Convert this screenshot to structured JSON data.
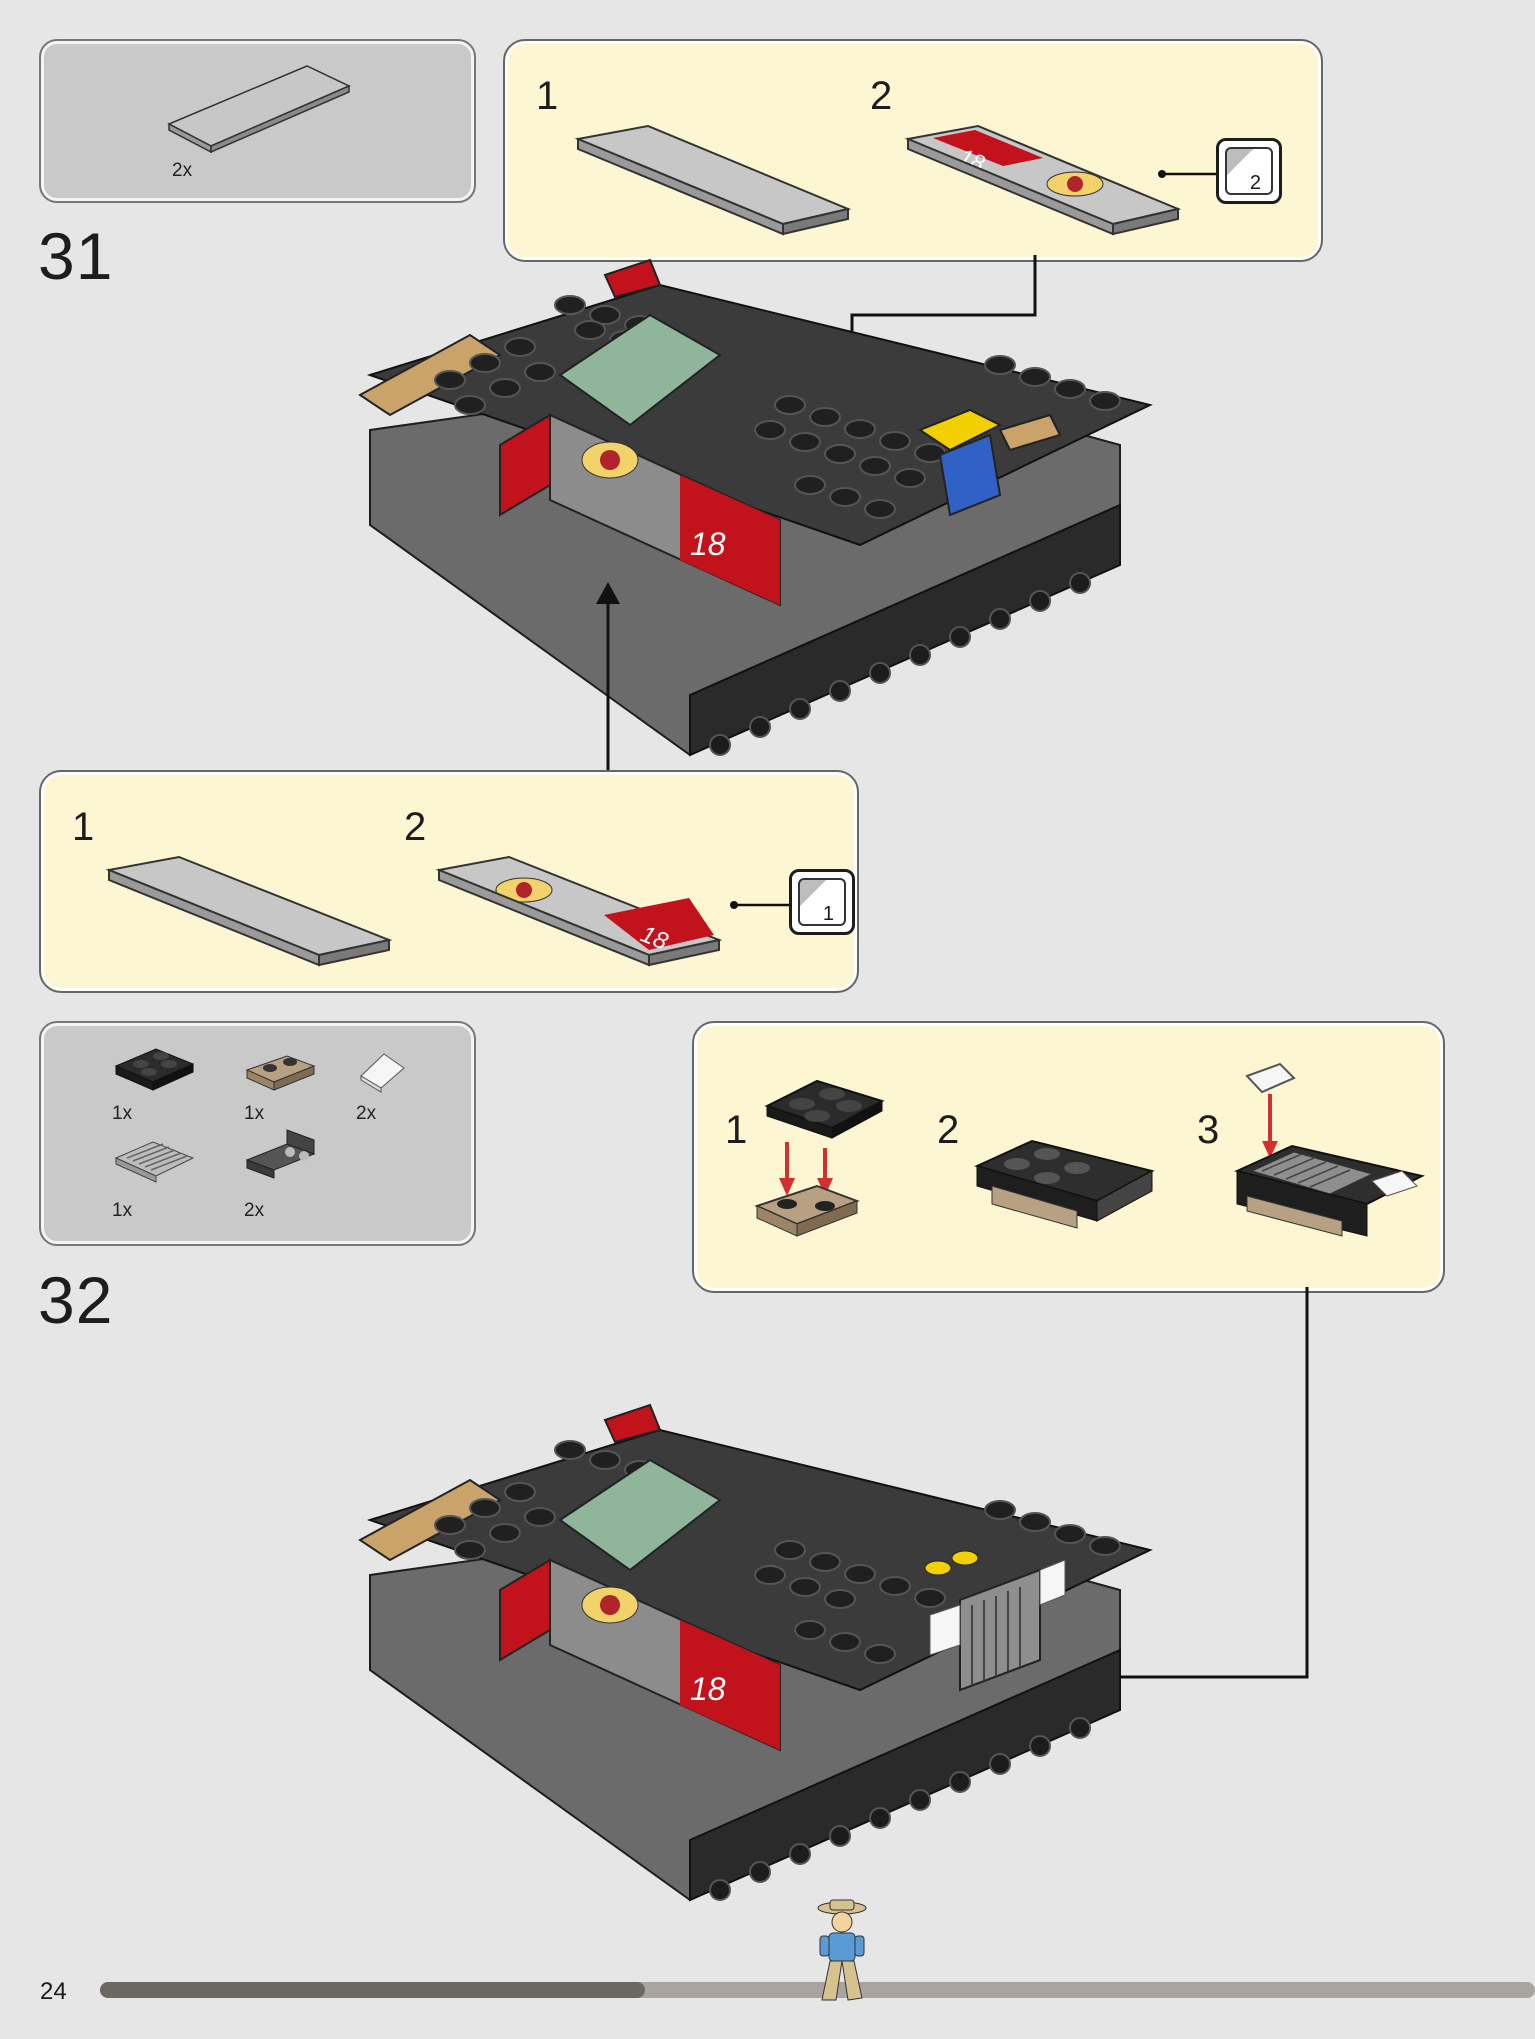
{
  "page": {
    "number": "24",
    "progress": 0.38
  },
  "steps": [
    {
      "number": "31",
      "parts": [
        {
          "qty": "2x",
          "part": "grey 2x6 tile"
        }
      ],
      "subassembly_top": {
        "sub_steps": [
          "1",
          "2"
        ],
        "sticker": "2"
      },
      "subassembly_bottom": {
        "sub_steps": [
          "1",
          "2"
        ],
        "sticker": "1"
      }
    },
    {
      "number": "32",
      "parts": [
        {
          "qty": "1x",
          "part": "black 2x2 plate"
        },
        {
          "qty": "1x",
          "part": "tan 1x2 plate"
        },
        {
          "qty": "2x",
          "part": "trans-clear slope"
        },
        {
          "qty": "1x",
          "part": "grey grille tile"
        },
        {
          "qty": "2x",
          "part": "dark grey bracket"
        }
      ],
      "subassembly": {
        "sub_steps": [
          "1",
          "2",
          "3"
        ]
      }
    }
  ],
  "colors": {
    "callout_bg": "#fdf6d2",
    "parts_bg": "#c9c9c9",
    "sticker_red": "#c2121b",
    "arrow_red": "#d32f2f"
  }
}
